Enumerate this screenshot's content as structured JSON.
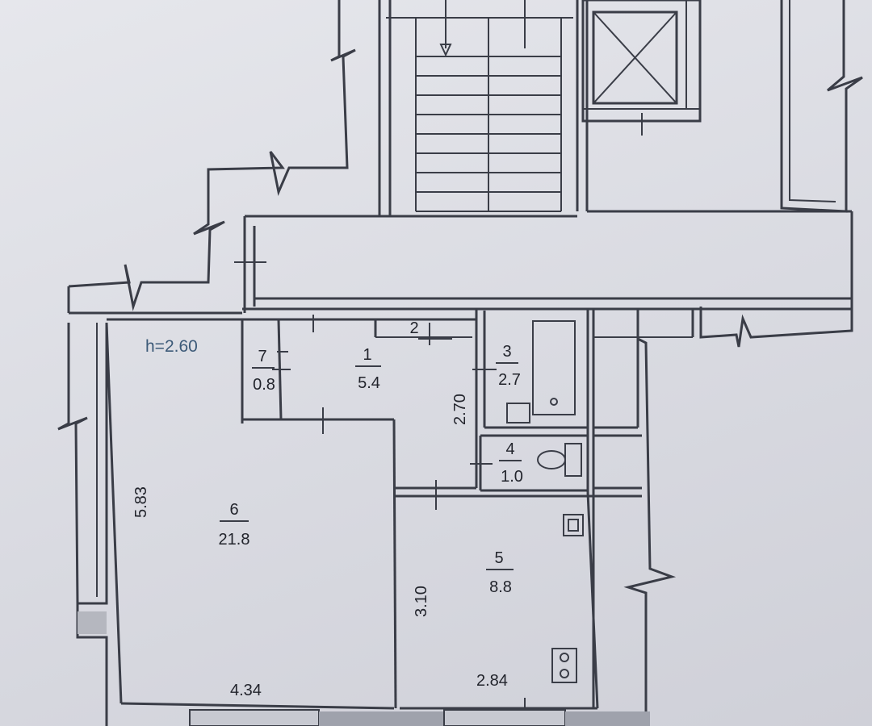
{
  "ceiling_height": "h=2.60",
  "rooms": [
    {
      "id": "room-1",
      "number": "1",
      "area": "5.4"
    },
    {
      "id": "room-2",
      "number": "2",
      "area": ""
    },
    {
      "id": "room-3",
      "number": "3",
      "area": "2.7"
    },
    {
      "id": "room-4",
      "number": "4",
      "area": "1.0"
    },
    {
      "id": "room-5",
      "number": "5",
      "area": "8.8"
    },
    {
      "id": "room-6",
      "number": "6",
      "area": "21.8"
    },
    {
      "id": "room-7",
      "number": "7",
      "area": "0.8"
    }
  ],
  "dimensions": {
    "room6_height": "5.83",
    "room6_width": "4.34",
    "room5_height": "3.10",
    "room5_width": "2.84",
    "corridor_height": "2.70"
  },
  "colors": {
    "ink": "#3a3d47",
    "paper": "#e2e3e9",
    "height_label": "#3c5a78"
  }
}
